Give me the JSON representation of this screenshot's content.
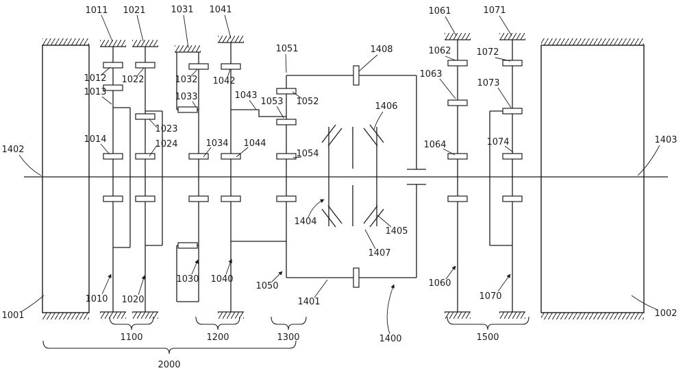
{
  "figure": {
    "background": "#ffffff",
    "line_color": "#1a1a1a"
  },
  "labels": {
    "1001": "1001",
    "1002": "1002",
    "1010": "1010",
    "1011": "1011",
    "1012": "1012",
    "1013": "1013",
    "1014": "1014",
    "1020": "1020",
    "1021": "1021",
    "1022": "1022",
    "1023": "1023",
    "1024": "1024",
    "1030": "1030",
    "1031": "1031",
    "1032": "1032",
    "1033": "1033",
    "1034": "1034",
    "1040": "1040",
    "1041": "1041",
    "1042": "1042",
    "1043": "1043",
    "1044": "1044",
    "1050": "1050",
    "1051": "1051",
    "1052": "1052",
    "1053": "1053",
    "1054": "1054",
    "1060": "1060",
    "1061": "1061",
    "1062": "1062",
    "1063": "1063",
    "1064": "1064",
    "1070": "1070",
    "1071": "1071",
    "1072": "1072",
    "1073": "1073",
    "1074": "1074",
    "1100": "1100",
    "1200": "1200",
    "1300": "1300",
    "1400": "1400",
    "1401": "1401",
    "1402": "1402",
    "1403": "1403",
    "1404": "1404",
    "1405": "1405",
    "1406": "1406",
    "1407": "1407",
    "1408": "1408",
    "1500": "1500",
    "2000": "2000"
  }
}
